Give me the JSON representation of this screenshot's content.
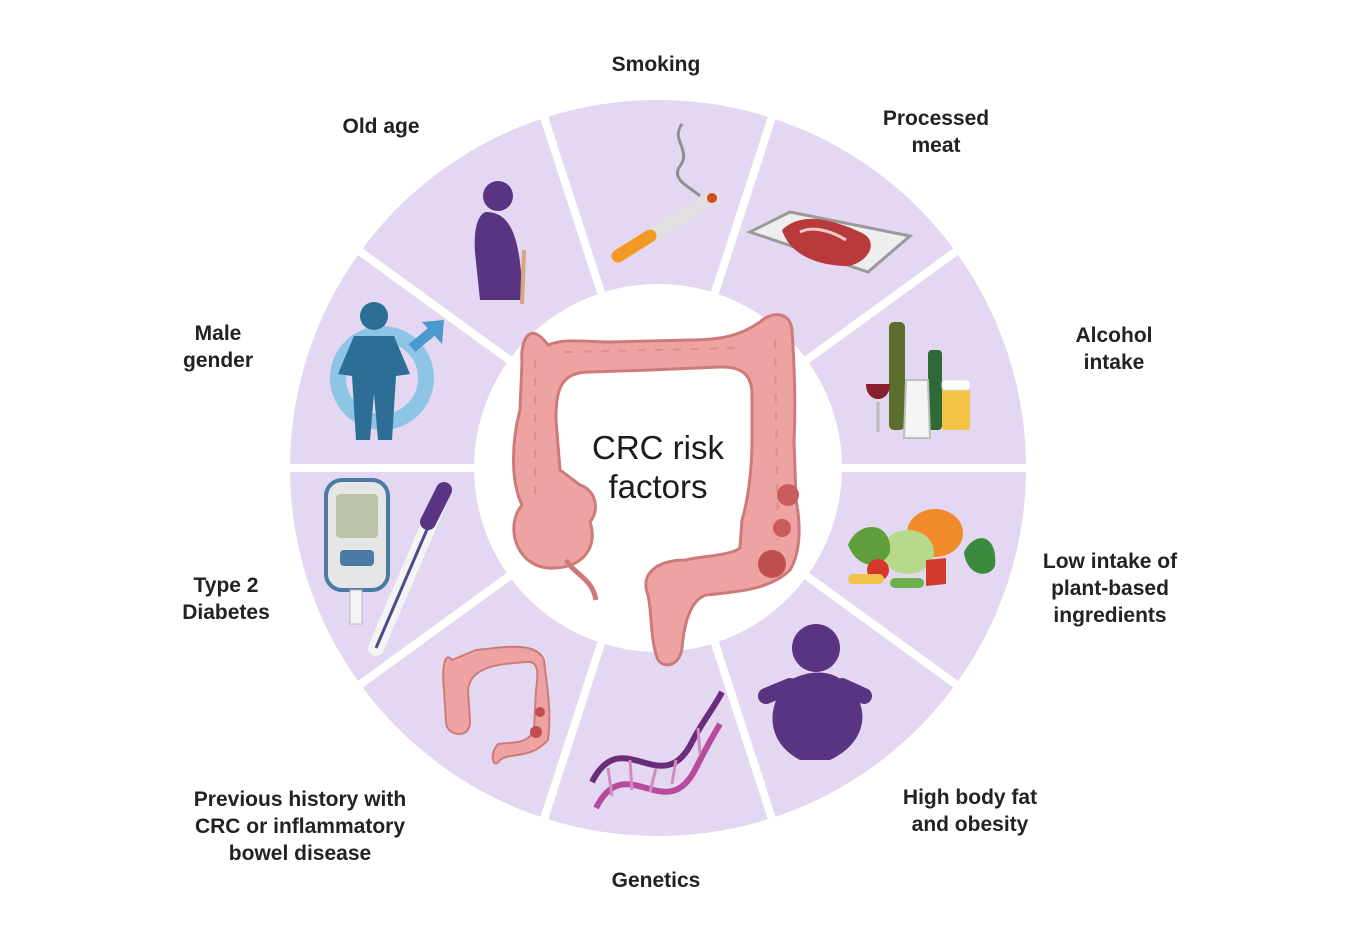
{
  "center": {
    "title_lines": [
      "CRC risk",
      "factors"
    ]
  },
  "factors": [
    {
      "key": "smoking",
      "icon": "cigarette-icon",
      "lines": [
        "Smoking"
      ]
    },
    {
      "key": "processed-meat",
      "icon": "meat-tray-icon",
      "lines": [
        "Processed",
        "meat"
      ]
    },
    {
      "key": "alcohol",
      "icon": "alcohol-bottles-icon",
      "lines": [
        "Alcohol",
        "intake"
      ]
    },
    {
      "key": "low-plant",
      "icon": "vegetables-icon",
      "lines": [
        "Low intake of",
        "plant-based",
        "ingredients"
      ]
    },
    {
      "key": "body-fat",
      "icon": "obese-person-icon",
      "lines": [
        "High body fat",
        "and obesity"
      ]
    },
    {
      "key": "genetics",
      "icon": "dna-icon",
      "lines": [
        "Genetics"
      ]
    },
    {
      "key": "history",
      "icon": "colon-icon",
      "lines": [
        "Previous history with",
        "CRC or inflammatory",
        "bowel disease"
      ]
    },
    {
      "key": "diabetes",
      "icon": "glucose-meter-insulin-pen-icon",
      "lines": [
        "Type 2",
        "Diabetes"
      ]
    },
    {
      "key": "male",
      "icon": "male-symbol-person-icon",
      "lines": [
        "Male",
        "gender"
      ]
    },
    {
      "key": "old-age",
      "icon": "elderly-woman-icon",
      "lines": [
        "Old age"
      ]
    }
  ],
  "colors": {
    "segment_fill": "#e3d7f1",
    "segment_gap": "#ffffff",
    "colon": "#eea3a3",
    "colon_outline": "#cf7a7a",
    "purple_figure": "#5a3383",
    "blue_figure": "#2c6e95"
  }
}
